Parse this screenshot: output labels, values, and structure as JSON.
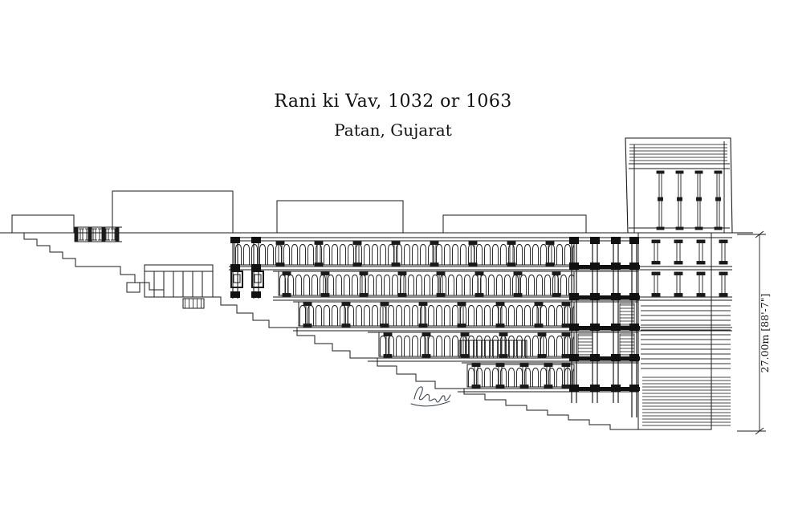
{
  "title": {
    "line1": "Rani ki Vav, 1032 or 1063",
    "line2": "Patan, Gujarat"
  },
  "dimension": {
    "label": "27.00m [88'-7\"]"
  },
  "colors": {
    "ink": "#1a1a1a",
    "background": "#ffffff",
    "signature_ink": "#3f4450"
  }
}
